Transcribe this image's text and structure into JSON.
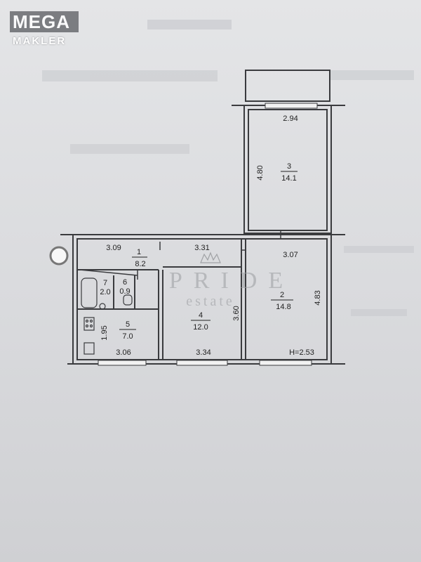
{
  "logo": {
    "top": "MEGA",
    "bottom": "MAKLER"
  },
  "watermark": {
    "brand": "PRIDE",
    "sub": "estate"
  },
  "plan": {
    "ceiling_height": "H=2.53",
    "rooms": [
      {
        "id": "1",
        "number": "1",
        "area": "8.2"
      },
      {
        "id": "2",
        "number": "2",
        "area": "14.8"
      },
      {
        "id": "3",
        "number": "3",
        "area": "14.1"
      },
      {
        "id": "4",
        "number": "4",
        "area": "12.0"
      },
      {
        "id": "5",
        "number": "5",
        "area": "7.0"
      },
      {
        "id": "6",
        "number": "6",
        "area": "0.9"
      },
      {
        "id": "7",
        "number": "7",
        "area": "2.0"
      }
    ],
    "dimensions": {
      "r3_width": "2.94",
      "r3_length": "4.80",
      "r1_left": "3.09",
      "r1_right": "3.31",
      "r2_width": "3.07",
      "r2_length": "4.83",
      "r4_length": "3.60",
      "r4_width": "3.34",
      "r5_length": "1.95",
      "r5_width": "3.06"
    }
  },
  "colors": {
    "wall": "#3a3b3e",
    "paper": "#dcdde0"
  }
}
